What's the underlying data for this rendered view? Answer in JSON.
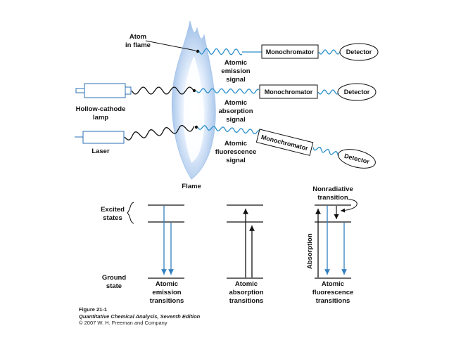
{
  "labels": {
    "atom": "Atom",
    "in_flame": "in flame",
    "hollow_cathode": "Hollow-cathode",
    "lamp": "lamp",
    "laser": "Laser",
    "flame": "Flame",
    "emission_signal": [
      "Atomic",
      "emission",
      "signal"
    ],
    "absorption_signal": [
      "Atomic",
      "absorption",
      "signal"
    ],
    "fluorescence_signal": [
      "Atomic",
      "fluorescence",
      "signal"
    ],
    "monochromator": "Monochromator",
    "detector": "Detector",
    "excited_states": [
      "Excited",
      "states"
    ],
    "ground_state": [
      "Ground",
      "state"
    ],
    "emission_transitions": [
      "Atomic",
      "emission",
      "transitions"
    ],
    "absorption_transitions": [
      "Atomic",
      "absorption",
      "transitions"
    ],
    "fluorescence_transitions": [
      "Atomic",
      "fluorescence",
      "transitions"
    ],
    "nonradiative": [
      "Nonradiative",
      "transition"
    ],
    "absorption_axis": "Absorption"
  },
  "caption": {
    "figure": "Figure 21-1",
    "book": "Quantitative Chemical Analysis, Seventh Edition",
    "copyright": "© 2007 W. H. Freeman and Company"
  },
  "colors": {
    "wave": "#2a8fc9",
    "arrow": "#2f7fc0",
    "flame_edge": "#9fc0e8",
    "flame_core": "#ffffff"
  }
}
